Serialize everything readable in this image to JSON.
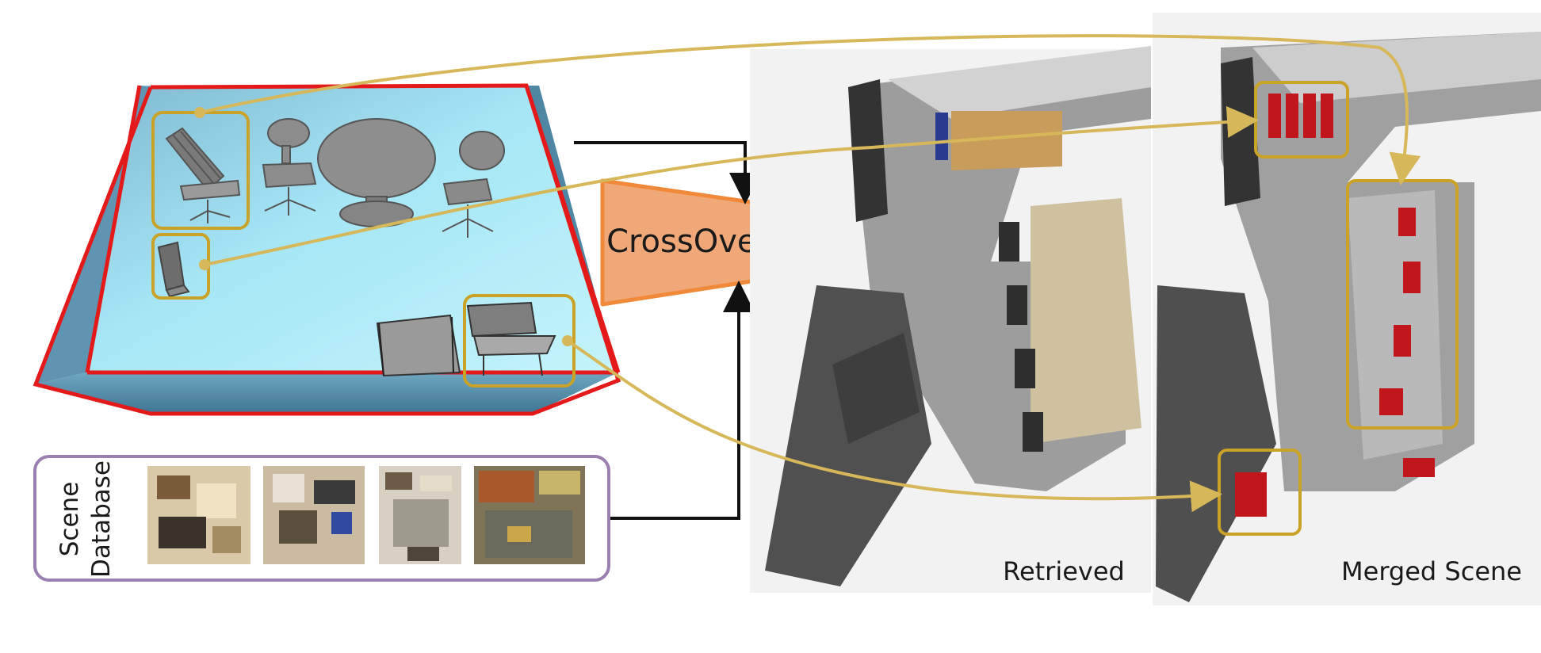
{
  "labels": {
    "model": "CrossOver",
    "database": "Scene Database",
    "database_line1": "Scene",
    "database_line2": "Database",
    "retrieved": "Retrieved",
    "merged": "Merged Scene"
  },
  "colors": {
    "room_wall": "#e41a1a",
    "room_floor": "#a8e6f5",
    "highlight_box": "#c9a227",
    "arrow_gold": "#d6b85a",
    "model_fill": "#f0a878",
    "model_stroke": "#f08a3a",
    "database_border": "#9b7fb0",
    "arrow_black": "#111111",
    "matched_object": "#c0161c"
  },
  "icons": [
    "office-chair-icon",
    "round-table-icon",
    "monitor-icon",
    "desk-icon"
  ]
}
